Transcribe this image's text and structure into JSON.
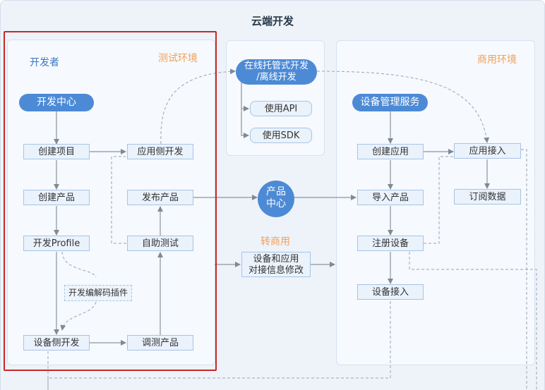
{
  "title": "云端开发",
  "regions": {
    "developer": "开发者",
    "test_env": "测试环境",
    "commercial_env": "商用环境",
    "to_commercial": "转商用"
  },
  "left": {
    "dev_center": "开发中心",
    "create_project": "创建项目",
    "create_product": "创建产品",
    "dev_profile": "开发Profile",
    "codec_plugin": "开发编解码插件",
    "device_dev": "设备侧开发",
    "debug_product": "调测产品",
    "self_test": "自助测试",
    "publish_product": "发布产品",
    "app_dev": "应用侧开发"
  },
  "middle": {
    "online_dev": [
      "在线托管式开发",
      "/离线开发"
    ],
    "use_api": "使用API",
    "use_sdk": "使用SDK",
    "product_center": [
      "产品",
      "中心"
    ],
    "modify_info": [
      "设备和应用",
      "对接信息修改"
    ]
  },
  "right": {
    "device_mgmt": "设备管理服务",
    "create_app": "创建应用",
    "import_product": "导入产品",
    "register_device": "注册设备",
    "device_access": "设备接入",
    "app_access": "应用接入",
    "subscribe_data": "订阅数据"
  },
  "colors": {
    "accent": "#4d8ad6",
    "highlight_border": "#c62828",
    "orange_label": "#f2a05a"
  }
}
